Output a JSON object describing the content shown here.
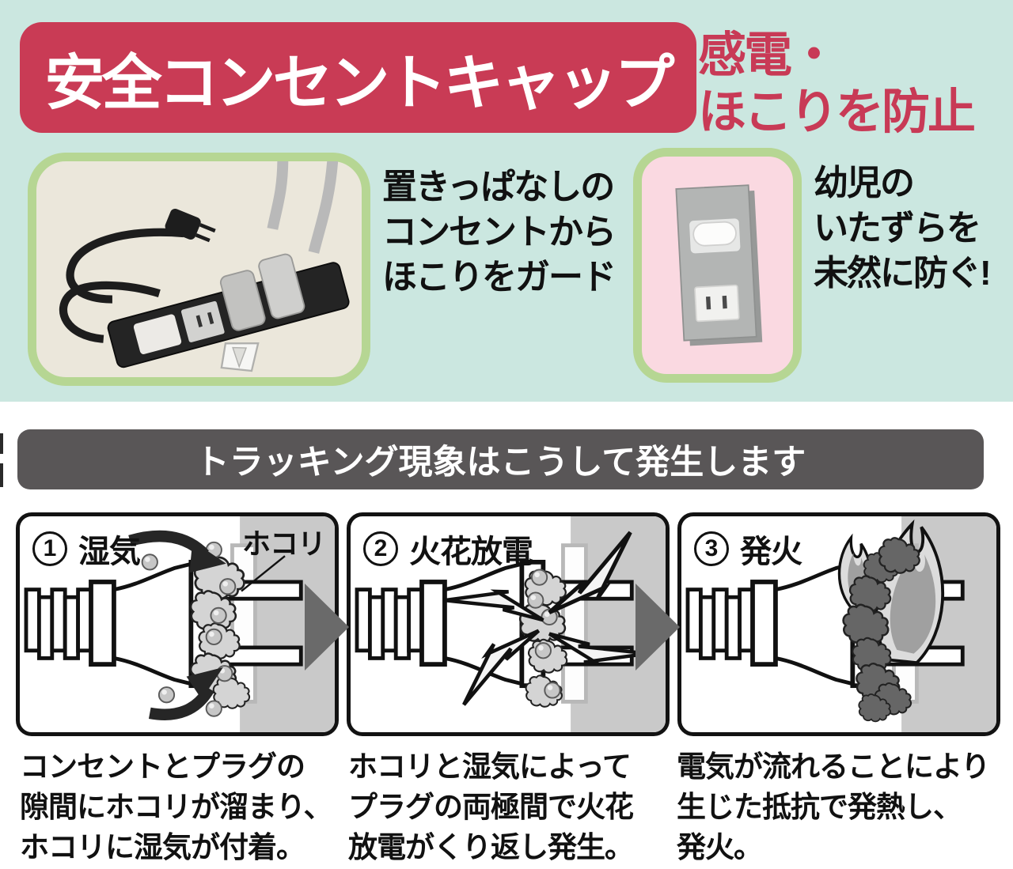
{
  "header": {
    "title": "安全コンセントキャップ",
    "subtitle_line1": "感電・",
    "subtitle_line2": "ほこりを防止"
  },
  "colors": {
    "accent_red": "#c93b55",
    "mint_background": "#cbe7e0",
    "card_border_green": "#b6d693",
    "strip_card_bg": "#ebe7db",
    "outlet_card_bg": "#fad9e1",
    "banner_bg": "#595657",
    "wall_gray": "#c9c9c9"
  },
  "benefit1": {
    "image": "power-strip-with-dust",
    "line1": "置きっぱなしの",
    "line2": "コンセントから",
    "line3": "ほこりをガード"
  },
  "benefit2": {
    "image": "wall-outlet-with-safety-cap",
    "line1": "幼児の",
    "line2": "いたずらを",
    "line3": "未然に防ぐ!"
  },
  "tracking": {
    "banner": "トラッキング現象はこうして発生します",
    "step1": {
      "number": "1",
      "label": "湿気",
      "annotation": "ホコリ",
      "caption_line1": "コンセントとプラグの",
      "caption_line2": "隙間にホコリが溜まり、",
      "caption_line3": "ホコリに湿気が付着。"
    },
    "step2": {
      "number": "2",
      "label": "火花放電",
      "caption_line1": "ホコリと湿気によって",
      "caption_line2": "プラグの両極間で火花",
      "caption_line3": "放電がくり返し発生。"
    },
    "step3": {
      "number": "3",
      "label": "発火",
      "caption_line1": "電気が流れることにより",
      "caption_line2": "生じた抵抗で発熱し、",
      "caption_line3": "発火。"
    }
  }
}
